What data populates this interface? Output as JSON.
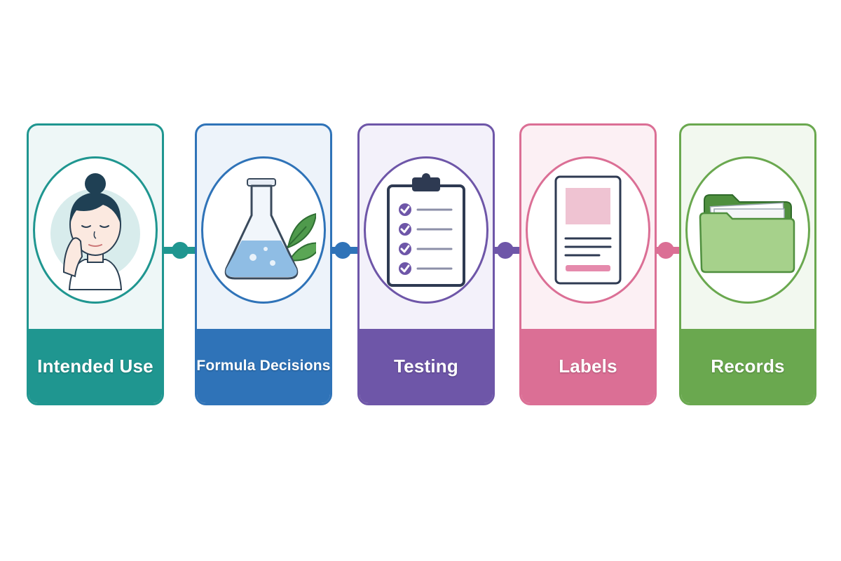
{
  "steps": [
    {
      "label": "Intended Use",
      "icon": "face-care-icon",
      "color": "#1f9690",
      "tint": "#eef7f7"
    },
    {
      "label": "Formula Decisions",
      "icon": "flask-leaf-icon",
      "color": "#2f73b8",
      "tint": "#edf3fa"
    },
    {
      "label": "Testing",
      "icon": "clipboard-checklist-icon",
      "color": "#6e56a8",
      "tint": "#f3f1fa"
    },
    {
      "label": "Labels",
      "icon": "label-document-icon",
      "color": "#db6f95",
      "tint": "#fcf0f4"
    },
    {
      "label": "Records",
      "icon": "folder-records-icon",
      "color": "#6aa84f",
      "tint": "#f2f8ef"
    }
  ],
  "connector_colors": [
    "#1f9690",
    "#2f73b8",
    "#6e56a8",
    "#db6f95"
  ]
}
